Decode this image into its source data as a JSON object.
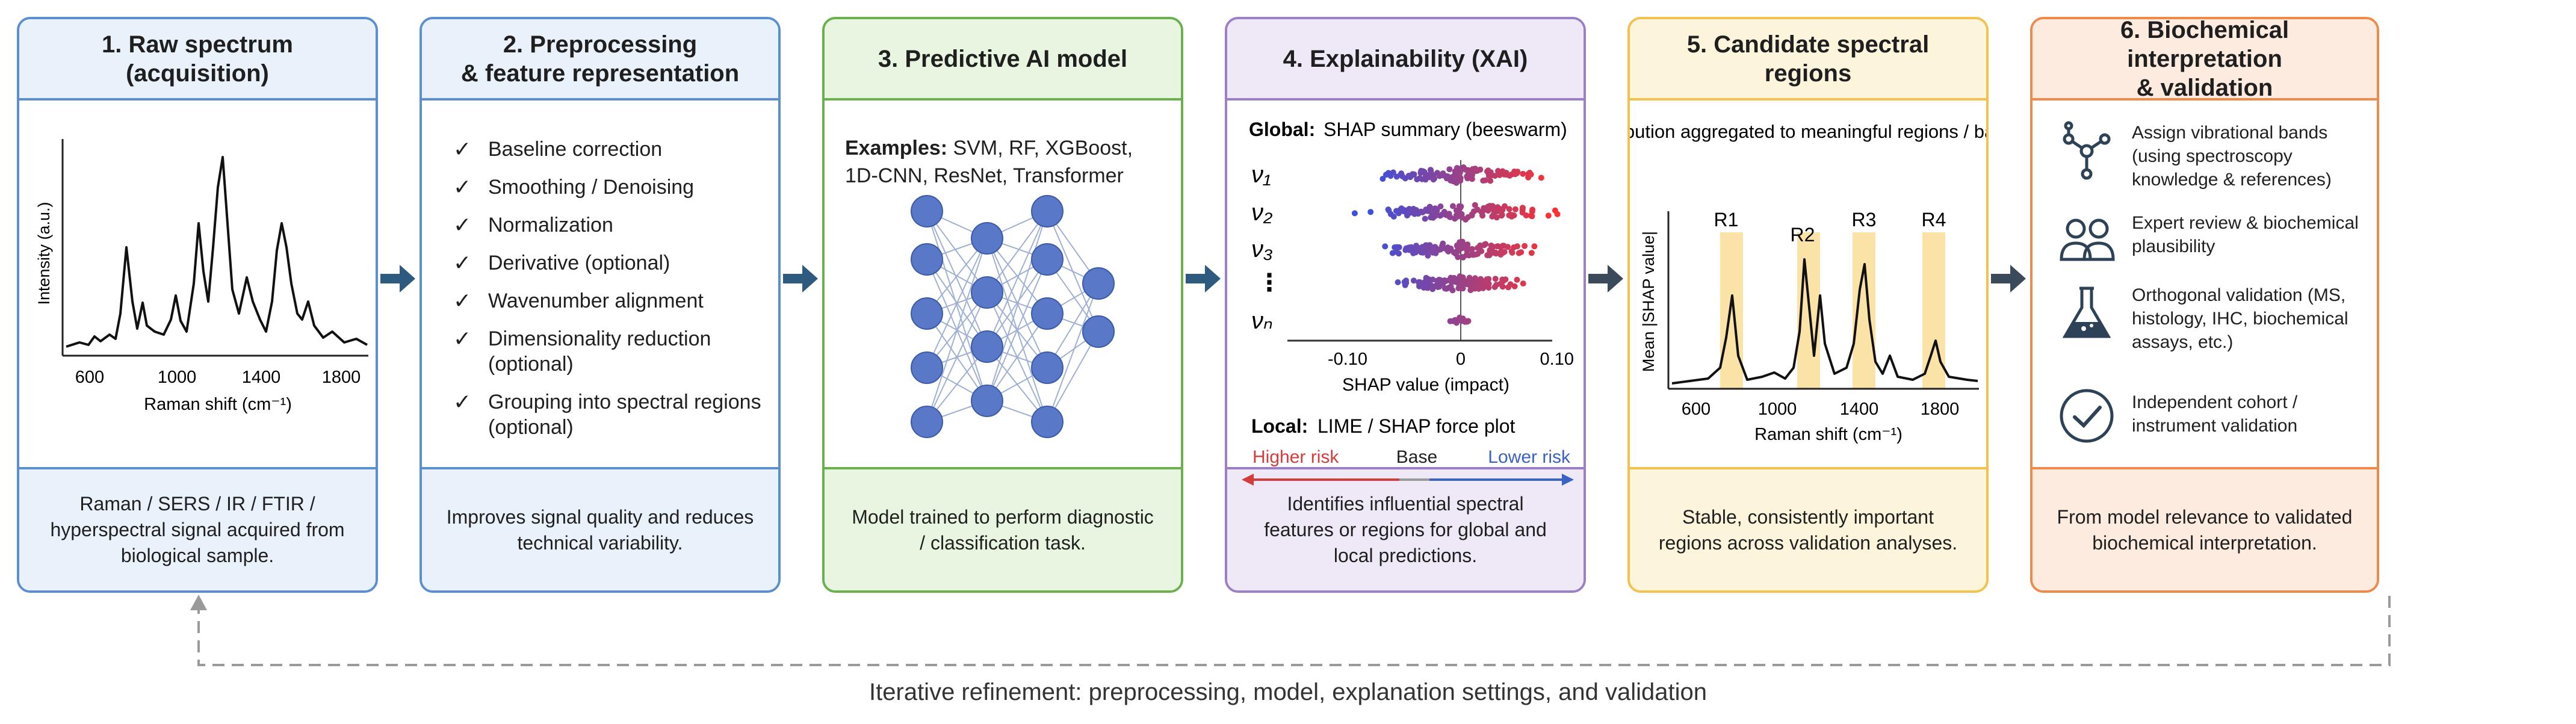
{
  "colors": {
    "panel1": "#5b8fd0",
    "panel1_bg": "#e9f1fb",
    "panel2": "#5b8fd0",
    "panel2_bg": "#e9f1fb",
    "panel3": "#6ab04c",
    "panel3_bg": "#e8f5e0",
    "panel4": "#9b7fc7",
    "panel4_bg": "#efe8f7",
    "panel5": "#f2c14e",
    "panel5_bg": "#fdf4dc",
    "panel6": "#ef8a4a",
    "panel6_bg": "#fdebe0",
    "arrow": "#2e5a80"
  },
  "panel1": {
    "title": "1. Raw spectrum\n(acquisition)",
    "ylabel": "Intensity (a.u.)",
    "xlabel": "Raman shift (cm⁻¹)",
    "xticks": [
      "600",
      "1000",
      "1400",
      "1800"
    ],
    "footer": "Raman / SERS / IR / FTIR / hyperspectral signal acquired from biological sample."
  },
  "panel2": {
    "title": "2. Preprocessing\n& feature representation",
    "check": "✓",
    "items": [
      "Baseline correction",
      "Smoothing / Denoising",
      "Normalization",
      "Derivative (optional)",
      "Wavenumber alignment",
      "Dimensionality reduction (optional)",
      "Grouping into spectral regions (optional)"
    ],
    "footer": "Improves signal quality and reduces technical variability."
  },
  "panel3": {
    "title": "3. Predictive AI model",
    "examples_label": "Examples:",
    "examples": "SVM, RF, XGBoost, 1D-CNN, ResNet, Transformer",
    "footer": "Model trained to perform diagnostic / classification task."
  },
  "panel4": {
    "title": "4. Explainability (XAI)",
    "global_label": "Global:",
    "global_text": "SHAP summary (beeswarm)",
    "features": [
      "ν₁",
      "ν₂",
      "ν₃",
      "⋮",
      "νₙ"
    ],
    "xticks": [
      "-0.10",
      "0",
      "0.10"
    ],
    "xlabel": "SHAP value (impact)",
    "local_label": "Local:",
    "local_text": "LIME / SHAP force plot",
    "higher": "Higher risk",
    "base": "Base",
    "lower": "Lower risk",
    "footer": "Identifies influential spectral features or regions for global and local predictions."
  },
  "panel5": {
    "title": "5. Candidate spectral\nregions",
    "subtitle": "Attribution aggregated to meaningful regions / bands",
    "regions": [
      "R1",
      "R2",
      "R3",
      "R4"
    ],
    "ylabel": "Mean |SHAP value|",
    "xticks": [
      "600",
      "1000",
      "1400",
      "1800"
    ],
    "xlabel": "Raman shift (cm⁻¹)",
    "footer": "Stable, consistently important regions across validation analyses."
  },
  "panel6": {
    "title": "6. Biochemical interpretation\n& validation",
    "items": [
      {
        "icon": "molecule-icon",
        "text": "Assign vibrational bands (using spectroscopy knowledge & references)"
      },
      {
        "icon": "people-icon",
        "text": "Expert review & biochemical plausibility"
      },
      {
        "icon": "flask-icon",
        "text": "Orthogonal validation (MS, histology, IHC, biochemical assays, etc.)"
      },
      {
        "icon": "check-circle-icon",
        "text": "Independent cohort / instrument validation"
      }
    ],
    "footer": "From model relevance to validated biochemical interpretation."
  },
  "loop_caption": "Iterative refinement: preprocessing, model, explanation settings, and validation"
}
